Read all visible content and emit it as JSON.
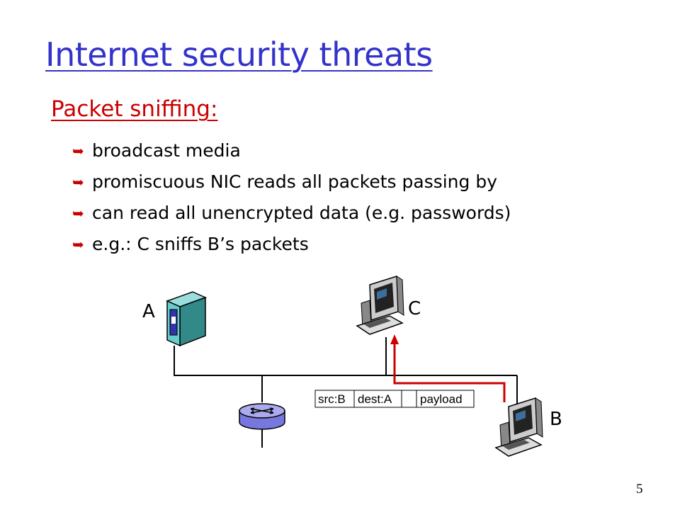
{
  "slide": {
    "title": "Internet security threats",
    "section_heading": "Packet sniffing:",
    "bullets": [
      "broadcast media",
      "promiscuous NIC reads all packets passing by",
      "can read all unencrypted data (e.g. passwords)",
      "e.g.: C sniffs B’s packets"
    ],
    "bullet_icon": "curved-arrow-bullet-icon",
    "page_number": "5"
  },
  "diagram": {
    "hosts": {
      "a": "A",
      "b": "B",
      "c": "C"
    },
    "packet": {
      "src": "src:B",
      "dest": "dest:A",
      "payload": "payload"
    },
    "colors": {
      "title": "#3333cc",
      "heading": "#cc0000",
      "sniff_path": "#cc0000",
      "server": "#66cccc",
      "router": "#9999ee"
    }
  }
}
